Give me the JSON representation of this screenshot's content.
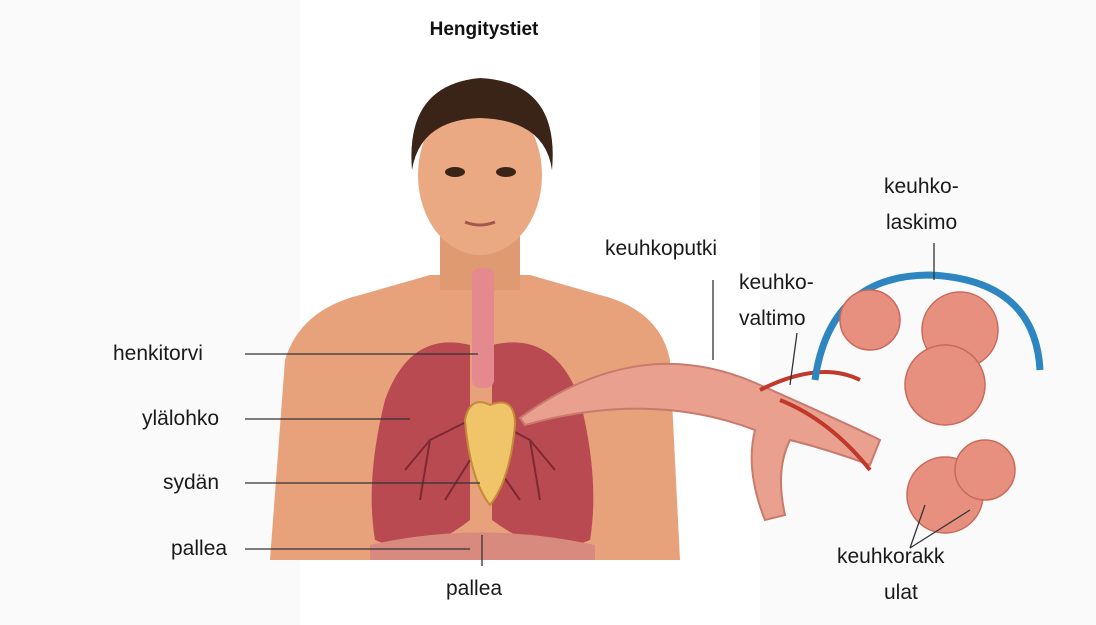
{
  "title": "Hengitystiet",
  "labels": {
    "henkitorvi": "henkitorvi",
    "ylalohko": "ylälohko",
    "sydan": "sydän",
    "pallea_left": "pallea",
    "pallea_bottom": "pallea",
    "keuhkoputki": "keuhkoputki",
    "keuhkovaltimo_1": "keuhko-",
    "keuhkovaltimo_2": "valtimo",
    "keuhkolaskimo_1": "keuhko-",
    "keuhkolaskimo_2": "laskimo",
    "keuhkorakkulat_1": "keuhkorakk",
    "keuhkorakkulat_2": "ulat"
  },
  "colors": {
    "skin": "#e7a27b",
    "hair": "#3a2417",
    "lung": "#b94a52",
    "heart": "#f0c56a",
    "trachea": "#e48a8e",
    "artery": "#c0392b",
    "vein": "#2e86c1",
    "alveoli": "#e89080"
  }
}
